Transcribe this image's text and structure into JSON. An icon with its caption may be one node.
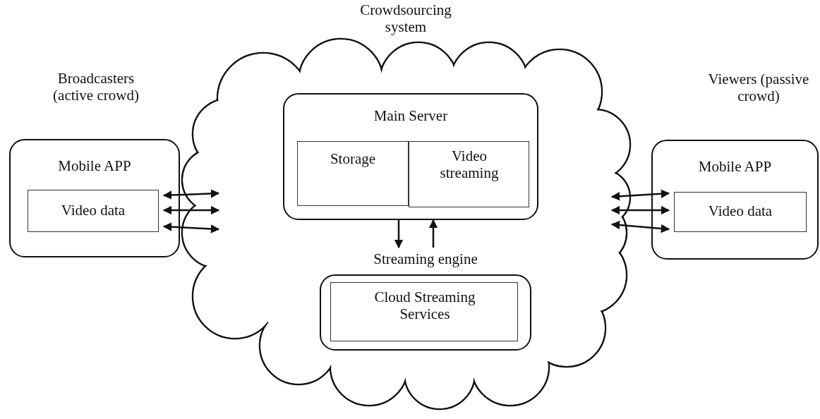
{
  "diagram": {
    "nodes": [
      {
        "text": [
          "Crowdsourcing system"
        ]
      },
      {
        "text": [
          "Broadcasters (active crowd)",
          "Mobile APP"
        ]
      },
      {
        "text": [
          "Video data"
        ],
        "in": 1
      },
      {
        "text": [
          "Main Server"
        ],
        "in": 0
      },
      {
        "text": [
          "Storage"
        ],
        "in": 3
      },
      {
        "text": [
          "Video streaming"
        ],
        "in": 3
      },
      {
        "text": [
          "Streaming engine"
        ],
        "in": 0
      },
      {
        "text": [
          "Cloud Streaming Services"
        ],
        "in": 6
      },
      {
        "text": [
          "Viewers (passive crowd)",
          "Mobile APP"
        ]
      },
      {
        "text": [
          "Video data"
        ],
        "in": 8
      }
    ],
    "edges": [
      {
        "from": 2,
        "to": 0,
        "arrow": "both"
      },
      {
        "from": 2,
        "to": 0,
        "arrow": "both"
      },
      {
        "from": 2,
        "to": 0,
        "arrow": "both"
      },
      {
        "from": 0,
        "to": 9,
        "arrow": "both"
      },
      {
        "from": 0,
        "to": 9,
        "arrow": "both"
      },
      {
        "from": 0,
        "to": 9,
        "arrow": "both"
      },
      {
        "from": 3,
        "to": 6,
        "arrow": "to"
      },
      {
        "from": 6,
        "to": 3,
        "arrow": "to"
      }
    ]
  }
}
